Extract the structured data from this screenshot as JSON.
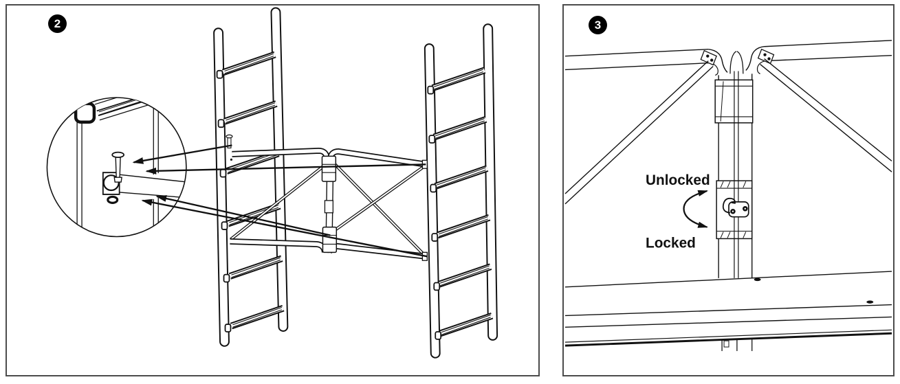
{
  "page": {
    "background_color": "#ffffff",
    "panel_border_color": "#4b4b4b",
    "line_color": "#111111",
    "badge_background_color": "#000000",
    "badge_text_color": "#ffffff"
  },
  "panels": [
    {
      "step": "2"
    },
    {
      "step": "3",
      "unlocked_label": "Unlocked",
      "locked_label": "Locked"
    }
  ]
}
